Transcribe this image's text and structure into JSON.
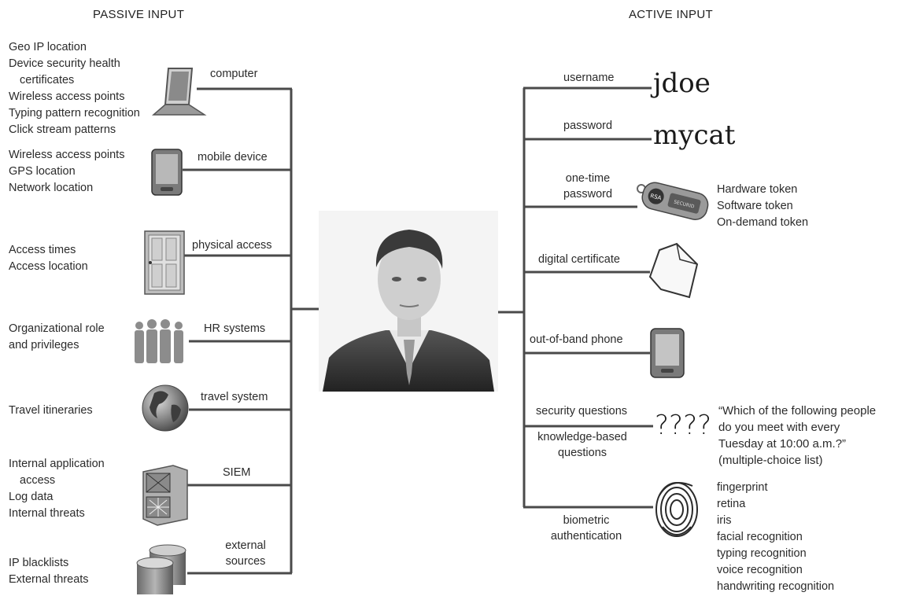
{
  "headings": {
    "passive": "PASSIVE INPUT",
    "active": "ACTIVE INPUT"
  },
  "passive": {
    "computer": {
      "label": "computer",
      "items": [
        "Geo IP location",
        "Device security health",
        "certificates",
        "Wireless access points",
        "Typing pattern recognition",
        "Click stream patterns"
      ]
    },
    "mobile": {
      "label": "mobile device",
      "items": [
        "Wireless access points",
        "GPS location",
        "Network location"
      ]
    },
    "physical": {
      "label": "physical access",
      "items": [
        "Access times",
        "Access location"
      ]
    },
    "hr": {
      "label": "HR systems",
      "items": [
        "Organizational role",
        "and privileges"
      ]
    },
    "travel": {
      "label": "travel system",
      "items": [
        "Travel itineraries"
      ]
    },
    "siem": {
      "label": "SIEM",
      "items": [
        "Internal application",
        "access",
        "Log data",
        "Internal threats"
      ]
    },
    "external": {
      "label": [
        "external",
        "sources"
      ],
      "items": [
        "IP blacklists",
        "External threats"
      ]
    }
  },
  "active": {
    "username": {
      "label": "username",
      "value": "jdoe"
    },
    "password": {
      "label": "password",
      "value": "mycat"
    },
    "otp": {
      "label": [
        "one-time",
        "password"
      ],
      "items": [
        "Hardware token",
        "Software token",
        "On-demand token"
      ],
      "token_text": [
        "RSA",
        "SECURID"
      ]
    },
    "certificate": {
      "label": "digital certificate"
    },
    "phone": {
      "label": "out-of-band phone"
    },
    "security": {
      "label": "security questions",
      "label2": [
        "knowledge-based",
        "questions"
      ],
      "marks": "????",
      "quote": [
        "“Which of the following people",
        "do you meet with every",
        "Tuesday at 10:00 a.m.?”",
        "(multiple-choice list)"
      ]
    },
    "biometric": {
      "label": [
        "biometric",
        "authentication"
      ],
      "items": [
        "fingerprint",
        "retina",
        "iris",
        "facial recognition",
        "typing recognition",
        "voice recognition",
        "handwriting recognition"
      ]
    }
  },
  "colors": {
    "line": "#4a4a4a",
    "text": "#2b2b2b"
  }
}
